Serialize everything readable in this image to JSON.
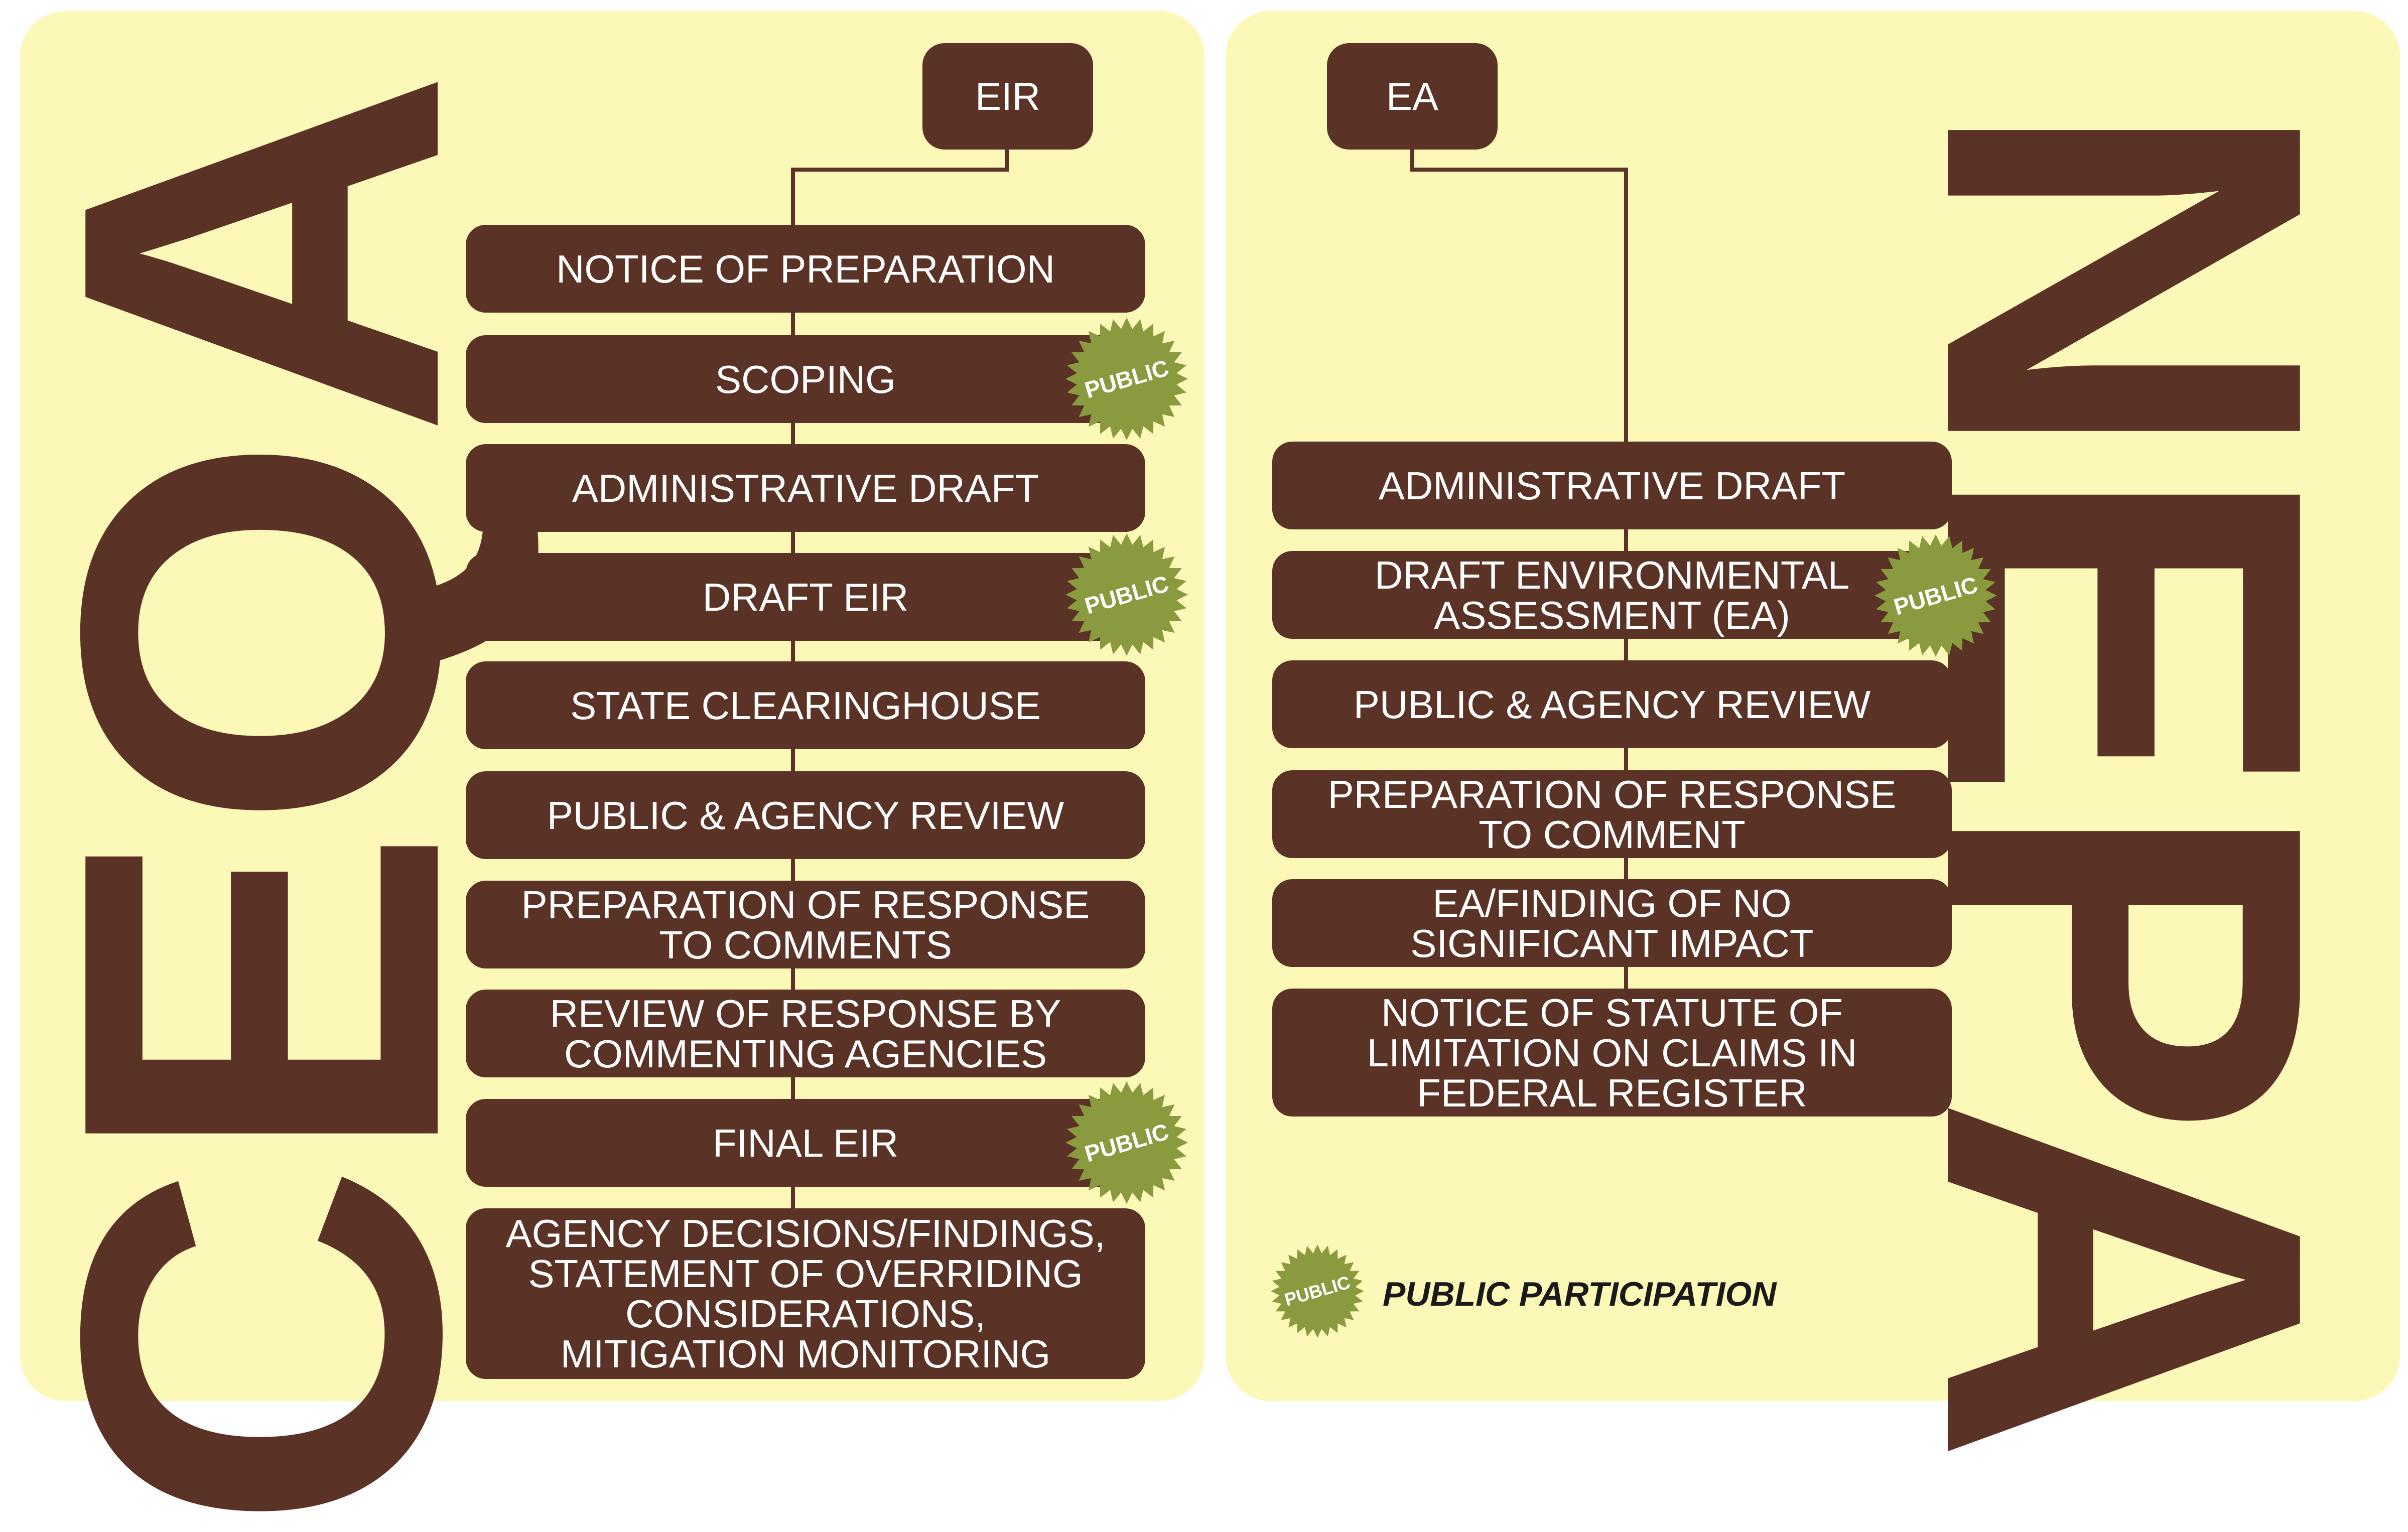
{
  "ceqa": {
    "title": "CEQA",
    "top": "EIR",
    "steps": [
      {
        "label": "NOTICE OF PREPARATION",
        "public": false
      },
      {
        "label": "SCOPING",
        "public": true
      },
      {
        "label": "ADMINISTRATIVE DRAFT",
        "public": false
      },
      {
        "label": "DRAFT EIR",
        "public": true
      },
      {
        "label": "STATE CLEARINGHOUSE",
        "public": false
      },
      {
        "label": "PUBLIC & AGENCY REVIEW",
        "public": false
      },
      {
        "label": "PREPARATION OF RESPONSE\nTO COMMENTS",
        "public": false
      },
      {
        "label": "REVIEW OF RESPONSE BY\nCOMMENTING AGENCIES",
        "public": false
      },
      {
        "label": "FINAL EIR",
        "public": true
      },
      {
        "label": "AGENCY DECISIONS/FINDINGS,\nSTATEMENT OF OVERRIDING\nCONSIDERATIONS,\nMITIGATION MONITORING",
        "public": false
      }
    ]
  },
  "nepa": {
    "title": "NEPA",
    "top": "EA",
    "steps": [
      {
        "label": "ADMINISTRATIVE DRAFT",
        "public": false
      },
      {
        "label": "DRAFT ENVIRONMENTAL\nASSESSMENT (EA)",
        "public": true
      },
      {
        "label": "PUBLIC & AGENCY REVIEW",
        "public": false
      },
      {
        "label": "PREPARATION OF RESPONSE\nTO COMMENT",
        "public": false
      },
      {
        "label": "EA/FINDING OF NO\nSIGNIFICANT IMPACT",
        "public": false
      },
      {
        "label": "NOTICE OF STATUTE OF\nLIMITATION ON CLAIMS IN\nFEDERAL REGISTER",
        "public": false
      }
    ]
  },
  "badge_text": "PUBLIC",
  "legend": {
    "badge_text": "PUBLIC",
    "label": "PUBLIC PARTICIPATION"
  },
  "colors": {
    "panel": "#fcf8b8",
    "box": "#5a3326",
    "badge": "#8a9a3e",
    "box_text": "#ffffff"
  }
}
